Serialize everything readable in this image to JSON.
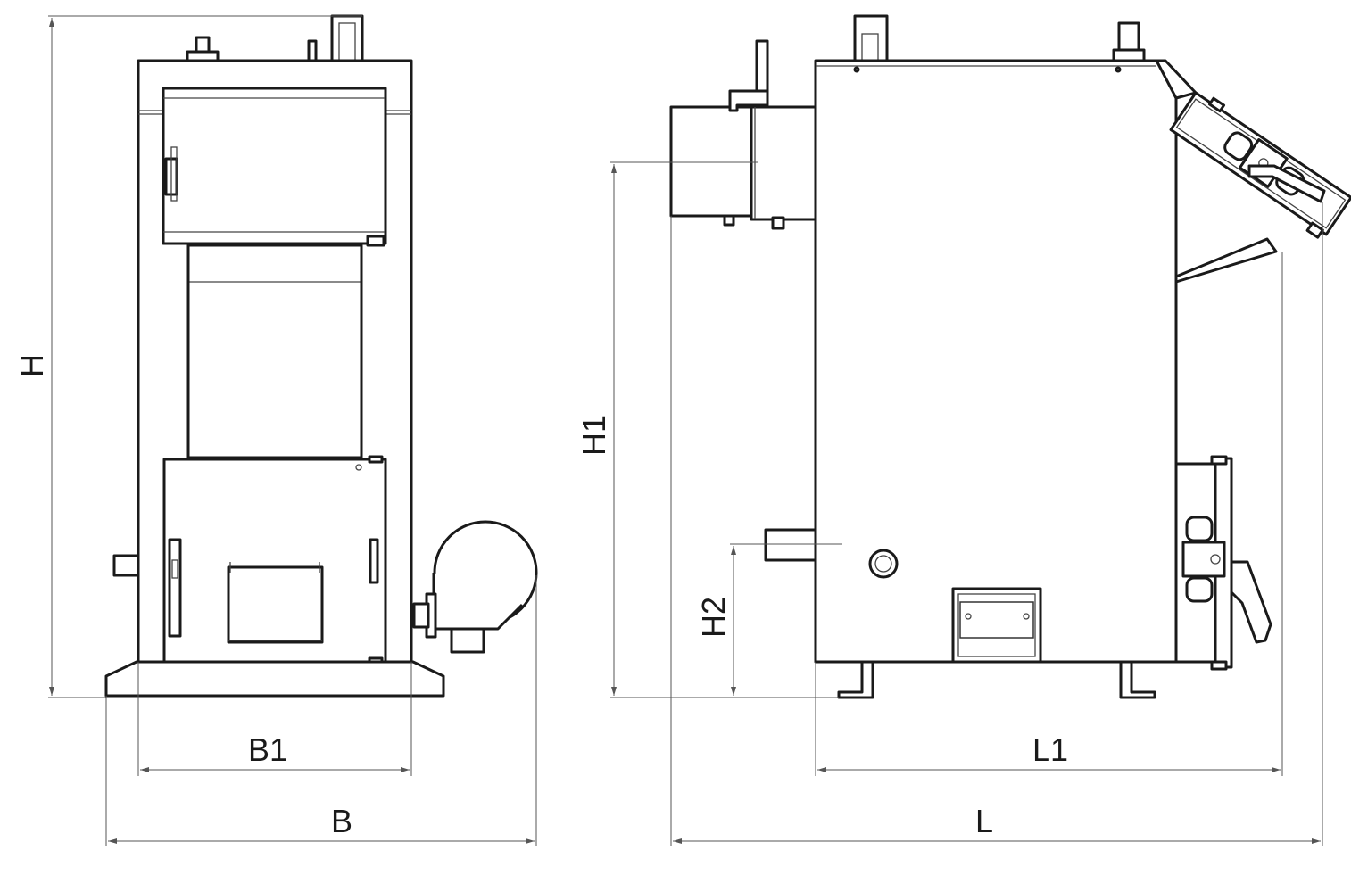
{
  "dimensions": {
    "H": "H",
    "B1": "B1",
    "B": "B",
    "H1": "H1",
    "H2": "H2",
    "L1": "L1",
    "L": "L"
  }
}
